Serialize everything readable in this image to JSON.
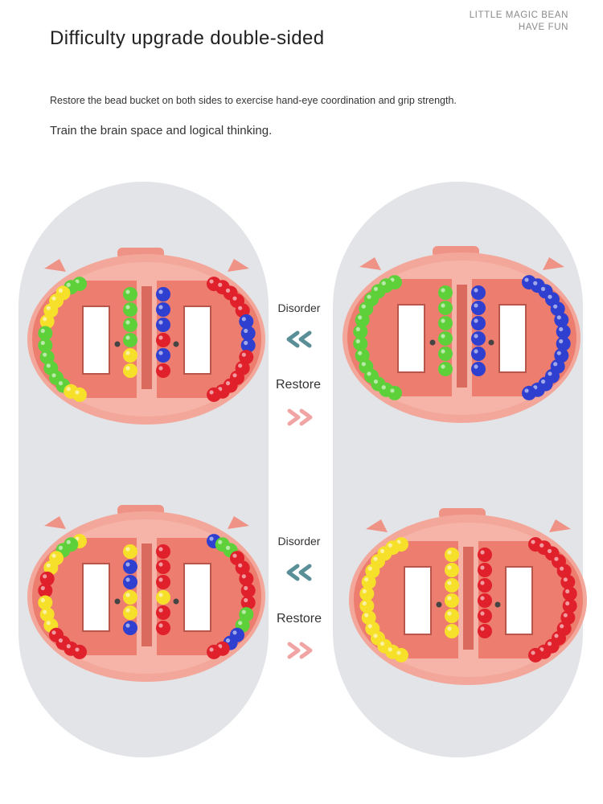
{
  "brand": {
    "line1": "LITTLE MAGIC BEAN",
    "line2": "HAVE FUN"
  },
  "heading": "Difficulty upgrade double-sided",
  "description": "Restore the bead bucket on both sides to exercise hand-eye coordination and grip strength.",
  "subdescription": "Train the brain space and logical thinking.",
  "labels": {
    "top_disorder": "Disorder",
    "top_restore": "Restore",
    "bottom_disorder": "Disorder",
    "bottom_restore": "Restore"
  },
  "colors": {
    "panel": "#e3e4e8",
    "toy_body": "#f3a79a",
    "toy_inner": "#ec7d6f",
    "disorder_arrow": "#5b8f98",
    "restore_arrow": "#f0a4a4",
    "bead_green": "#5ed13a",
    "bead_yellow": "#f6e02a",
    "bead_blue": "#2f3fcf",
    "bead_red": "#e0202a"
  },
  "icons": {
    "disorder_arrow": "double-chevron-left-icon",
    "restore_arrow": "double-chevron-right-icon"
  }
}
